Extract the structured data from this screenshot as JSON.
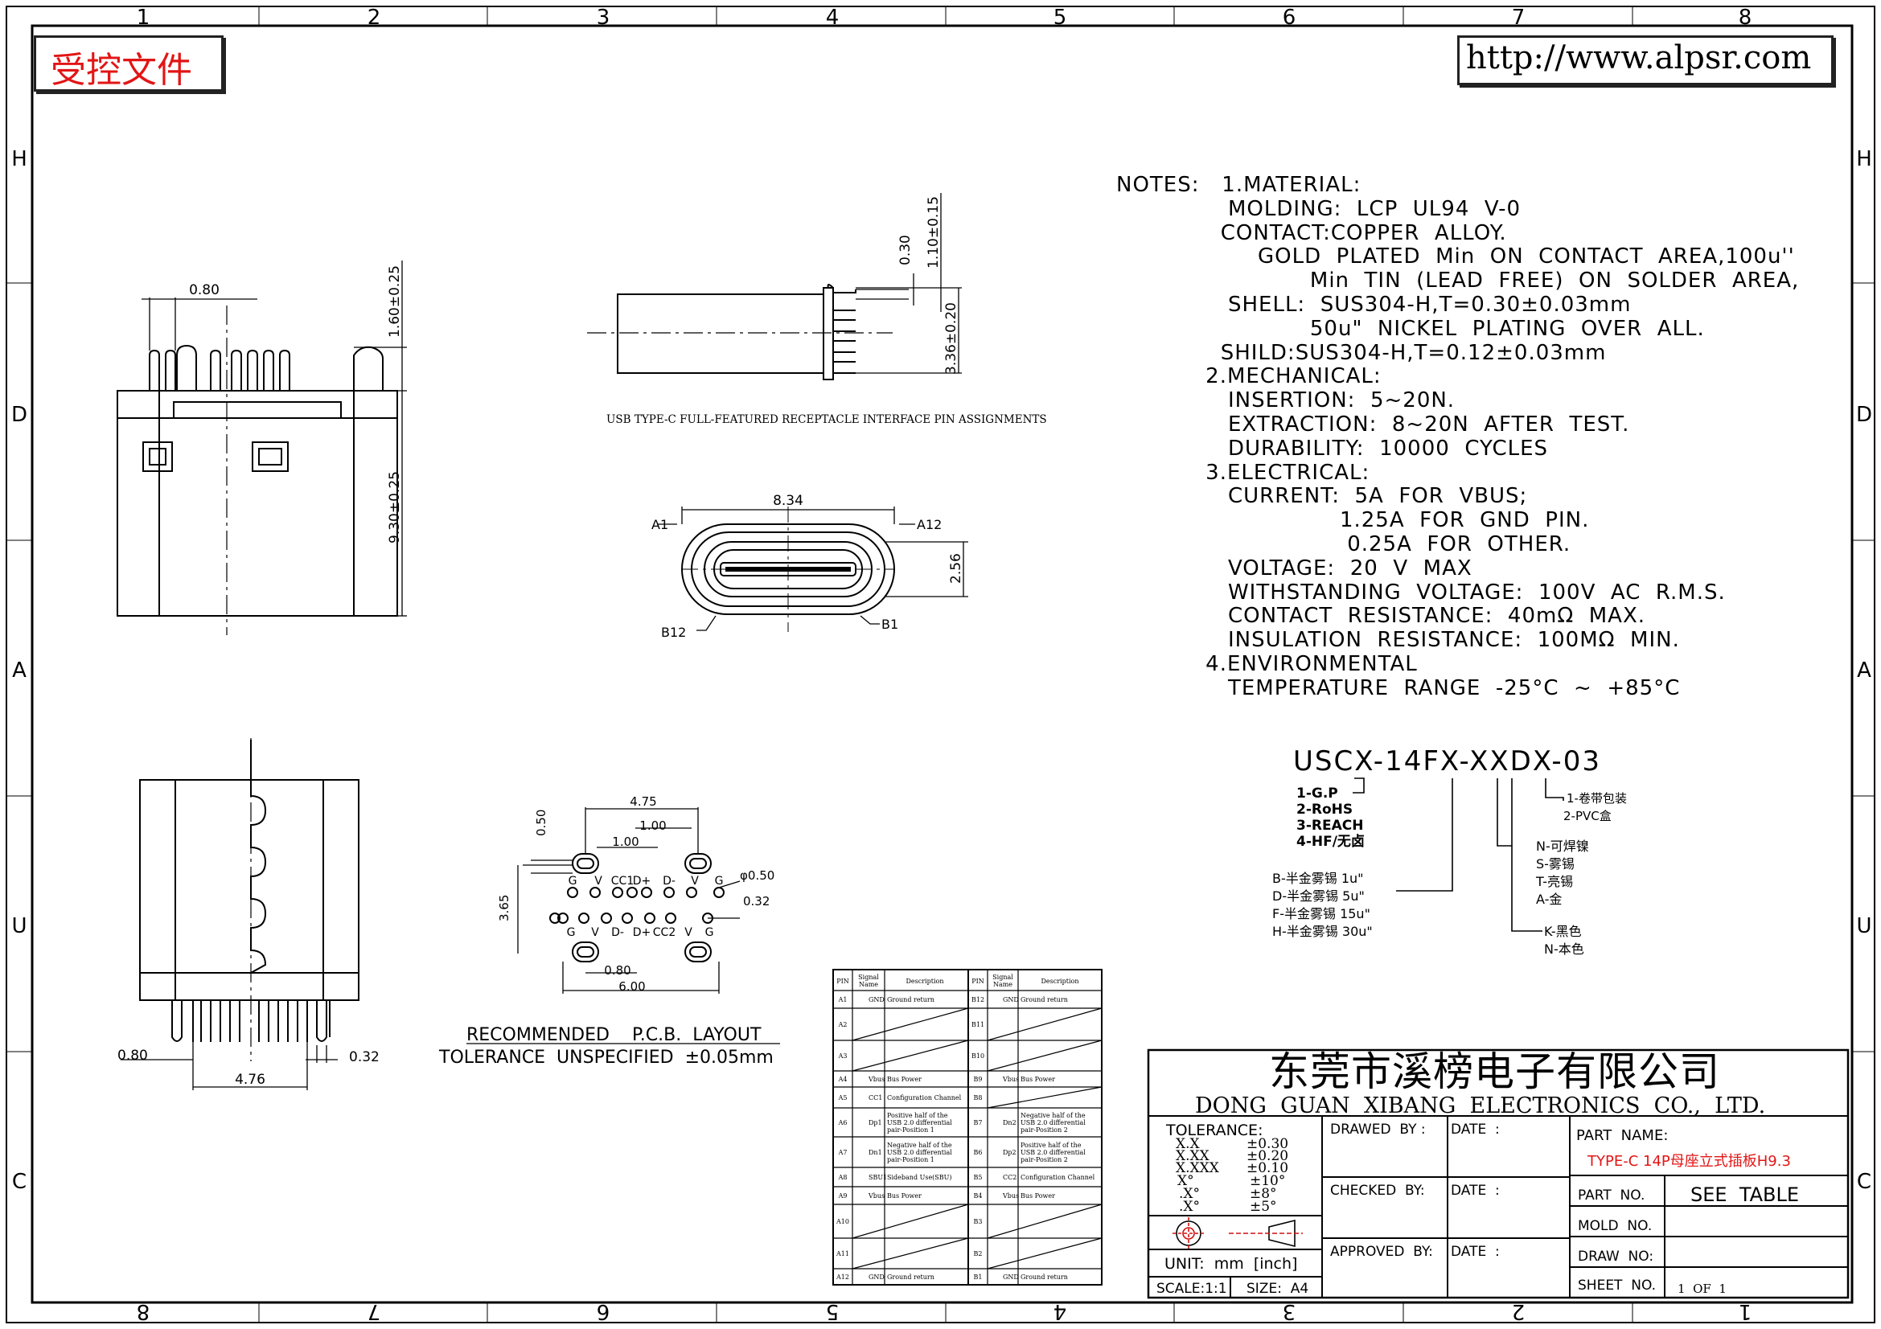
{
  "controlled_stamp": "受控文件",
  "url": "http://www.alpsr.com",
  "border": {
    "top_numbers": [
      "1",
      "2",
      "3",
      "4",
      "5",
      "6",
      "7",
      "8"
    ],
    "bottom_numbers": [
      "8",
      "7",
      "6",
      "5",
      "4",
      "3",
      "2",
      "1"
    ],
    "side_letters": [
      "H",
      "D",
      "A",
      "U",
      "C"
    ]
  },
  "side_view": {
    "dims": [
      "0.80",
      "1.60±0.25",
      "9.30±0.25"
    ]
  },
  "profile_view": {
    "dims": [
      "0.30",
      "1.10±0.15",
      "3.36±0.20"
    ],
    "caption": "USB TYPE-C FULL-FEATURED RECEPTACLE INTERFACE PIN ASSIGNMENTS"
  },
  "front_view": {
    "dims": [
      "8.34",
      "2.56"
    ],
    "pin_labels": [
      "A1",
      "A12",
      "B12",
      "B1"
    ]
  },
  "bottom_view": {
    "dims": [
      "0.80",
      "4.76",
      "0.32"
    ]
  },
  "pcb_layout": {
    "dims": [
      "4.75",
      "1.00",
      "1.00",
      "0.50",
      "3.65",
      "φ0.50",
      "0.32",
      "0.80",
      "6.00"
    ],
    "top_row_labels": [
      "G",
      "V",
      "CC1",
      "D+",
      "D-",
      "V",
      "G"
    ],
    "bottom_row_labels": [
      "G",
      "V",
      "D-",
      "D+",
      "CC2",
      "V",
      "G"
    ],
    "title": "RECOMMENDED    P.C.B.  LAYOUT",
    "tolerance": "TOLERANCE  UNSPECIFIED  ±0.05mm"
  },
  "notes": {
    "lines": [
      "NOTES:   1.MATERIAL:",
      "               MOLDING:  LCP  UL94  V-0",
      "              CONTACT:COPPER  ALLOY.",
      "                   GOLD  PLATED  Min  ON  CONTACT  AREA,100u''",
      "                          Min  TIN  (LEAD  FREE)  ON  SOLDER  AREA,",
      "               SHELL:  SUS304-H,T=0.30±0.03mm",
      "                          50u\"  NICKEL  PLATING  OVER  ALL.",
      "              SHILD:SUS304-H,T=0.12±0.03mm",
      "            2.MECHANICAL:",
      "               INSERTION:  5~20N.",
      "               EXTRACTION:  8~20N  AFTER  TEST.",
      "               DURABILITY:  10000  CYCLES",
      "            3.ELECTRICAL:",
      "               CURRENT:  5A  FOR  VBUS;",
      "                              1.25A  FOR  GND  PIN.",
      "                               0.25A  FOR  OTHER.",
      "               VOLTAGE:  20  V  MAX",
      "               WITHSTANDING  VOLTAGE:  100V  AC  R.M.S.",
      "               CONTACT  RESISTANCE:  40mΩ  MAX.",
      "               INSULATION  RESISTANCE:  100MΩ  MIN.",
      "            4.ENVIRONMENTAL",
      "               TEMPERATURE  RANGE  -25°C  ~  +85°C"
    ]
  },
  "part_code": {
    "code": "USCX-14FX-XXDX-03",
    "group1": [
      "1-G.P",
      "2-RoHS",
      "3-REACH",
      "4-HF/无卤"
    ],
    "group2": [
      "1-卷带包装",
      "2-PVC盒"
    ],
    "group3": [
      "N-可焊镍",
      "S-雾锡",
      "T-亮锡",
      "A-金"
    ],
    "group4": [
      "B-半金雾锡  1u\"",
      "D-半金雾锡  5u\"",
      "F-半金雾锡  15u\"",
      "H-半金雾锡  30u\""
    ],
    "group5": [
      "K-黑色",
      "N-本色"
    ]
  },
  "pin_table": {
    "headers": [
      "PIN",
      "Signal Name",
      "Description",
      "PIN",
      "Signal Name",
      "Description"
    ],
    "rows": [
      [
        "A1",
        "GND",
        "Ground return",
        "B12",
        "GND",
        "Ground return"
      ],
      [
        "A2",
        "",
        "",
        "B11",
        "",
        ""
      ],
      [
        "A3",
        "",
        "",
        "B10",
        "",
        ""
      ],
      [
        "A4",
        "Vbus",
        "Bus Power",
        "B9",
        "Vbus",
        "Bus Power"
      ],
      [
        "A5",
        "CC1",
        "Configuration Channel",
        "B8",
        "",
        ""
      ],
      [
        "A6",
        "Dp1",
        "Positive half of the USB 2.0 differential pair-Position 1",
        "B7",
        "Dn2",
        "Negative half of the USB 2.0 differential pair-Position 2"
      ],
      [
        "A7",
        "Dn1",
        "Negative half of the USB 2.0 differential pair-Position 1",
        "B6",
        "Dp2",
        "Positive half of the USB 2.0 differential pair-Position 2"
      ],
      [
        "A8",
        "SBU1",
        "Sideband Use(SBU)",
        "B5",
        "CC2",
        "Configuration Channel"
      ],
      [
        "A9",
        "Vbus",
        "Bus Power",
        "B4",
        "Vbus",
        "Bus Power"
      ],
      [
        "A10",
        "",
        "",
        "B3",
        "",
        ""
      ],
      [
        "A11",
        "",
        "",
        "B2",
        "",
        ""
      ],
      [
        "A12",
        "GND",
        "Ground return",
        "B1",
        "GND",
        "Ground return"
      ]
    ]
  },
  "title_block": {
    "company_cn": "东莞市溪榜电子有限公司",
    "company_en": "DONG  GUAN  XIBANG  ELECTRONICS  CO.,  LTD.",
    "tolerance_label": "TOLERANCE:",
    "tolerances": [
      [
        "X.X",
        "±0.30"
      ],
      [
        "X.XX",
        "±0.20"
      ],
      [
        "X.XXX",
        "±0.10"
      ],
      [
        "X°",
        "±10°"
      ],
      [
        ".X°",
        "±8°"
      ],
      [
        ".X°",
        "±5°"
      ]
    ],
    "unit": "UNIT:  mm  [inch]",
    "scale": "SCALE:1:1",
    "size": "SIZE:  A4",
    "drawed_by": "DRAWED  BY :",
    "checked_by": "CHECKED  BY:",
    "approved_by": "APPROVED  BY:",
    "date": "DATE  :",
    "part_name_label": "PART  NAME:",
    "part_name": "TYPE-C 14P母座立式插板H9.3",
    "part_no_label": "PART  NO.",
    "part_no": "SEE  TABLE",
    "mold_no_label": "MOLD  NO.",
    "draw_no_label": "DRAW  NO:",
    "sheet_label": "SHEET  NO.",
    "sheet": "1  OF  1"
  }
}
